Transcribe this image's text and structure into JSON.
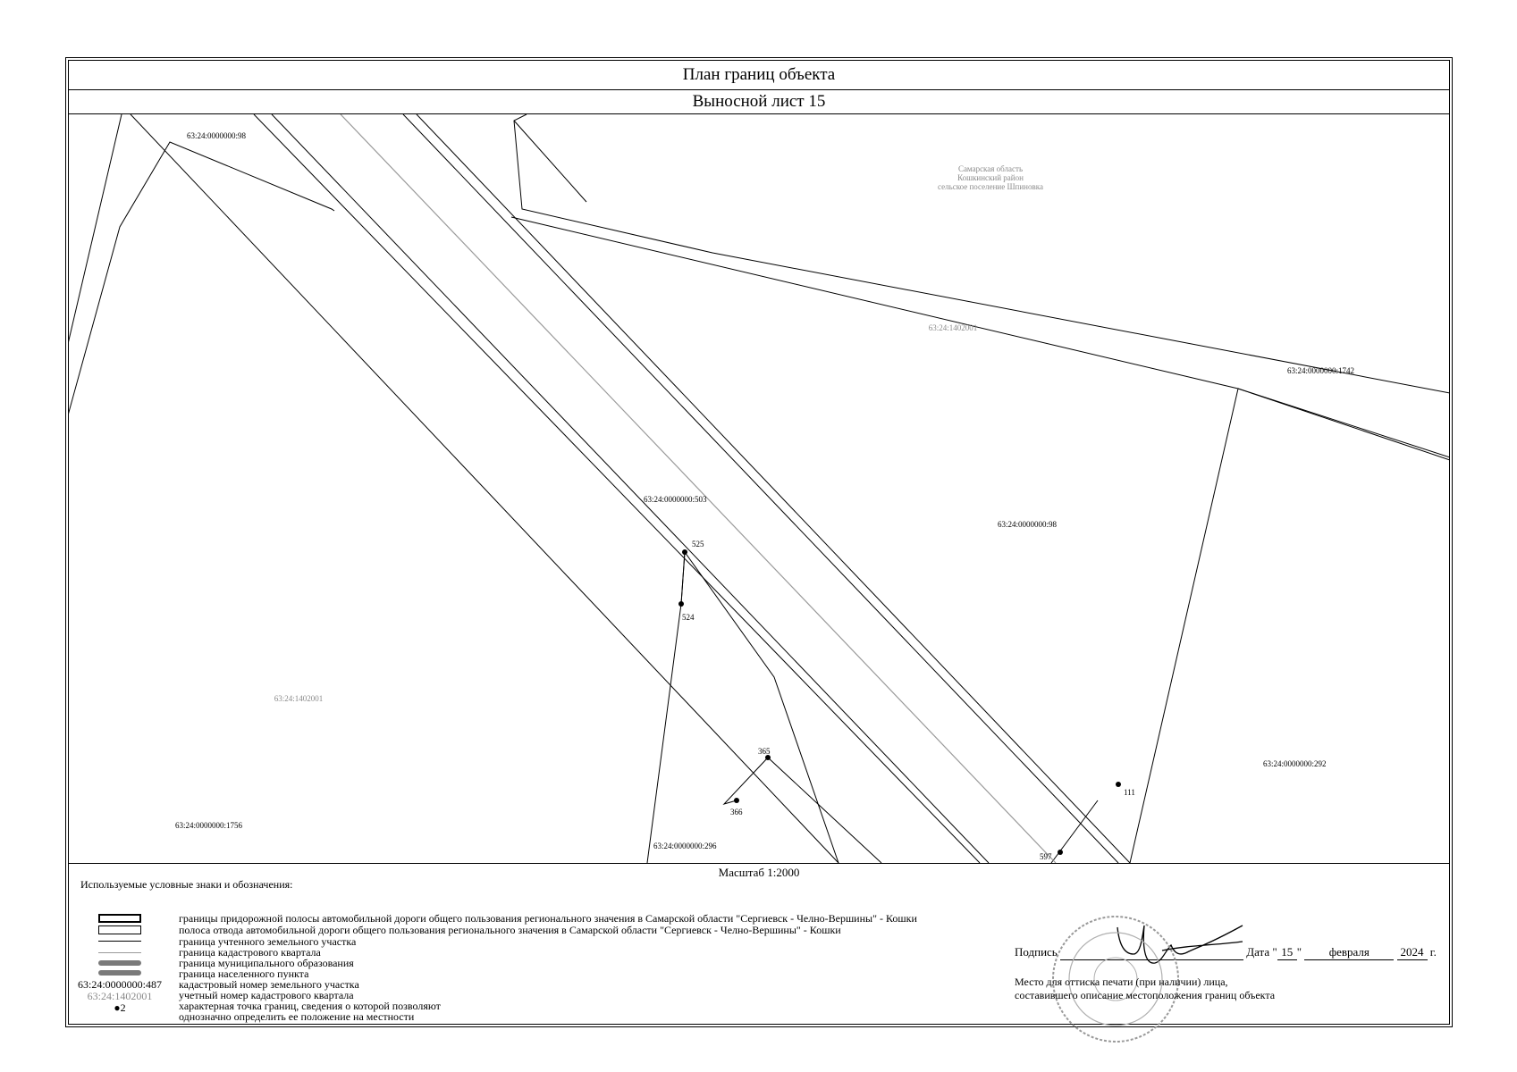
{
  "header": {
    "title": "План границ объекта",
    "subtitle": "Выносной лист 15"
  },
  "map": {
    "region_label": [
      "Самарская область",
      "Кошкинский район",
      "сельское поселение Шпиновка"
    ],
    "quarter_labels": [
      "63:24:1402001",
      "63:24:1402001"
    ],
    "parcel_labels": [
      "63:24:0000000:98",
      "63:24:0000000:1742",
      "63:24:0000000:503",
      "63:24:0000000:98",
      "63:24:0000000:292",
      "63:24:0000000:1756",
      "63:24:0000000:296"
    ],
    "points": [
      "525",
      "524",
      "365",
      "366",
      "111",
      "597"
    ],
    "colors": {
      "line": "#000000",
      "quarter": "#9a9a9a",
      "faint_text": "#8a8a8a"
    }
  },
  "scale": "Масштаб 1:2000",
  "legend": {
    "title": "Используемые условные знаки и обозначения:",
    "items": [
      "границы придорожной полосы автомобильной дороги общего пользования регионального значения в Самарской области \"Сергиевск - Челно-Вершины\" - Кошки",
      "полоса отвода автомобильной дороги общего пользования регионального значения в Самарской области \"Сергиевск - Челно-Вершины\" - Кошки",
      "граница учтенного земельного участка",
      "граница кадастрового квартала",
      "граница муниципального образования",
      "граница населенного пункта",
      "кадастровый номер земельного участка",
      "учетный номер кадастрового квартала",
      "характерная точка границ, сведения о которой позволяют",
      "однозначно определить ее положение на местности"
    ],
    "sample_parcel": "63:24:0000000:487",
    "sample_quarter": "63:24:1402001",
    "sample_point": "2"
  },
  "signature": {
    "label": "Подпись",
    "date_label": "Дата",
    "day": "15",
    "month": "февраля",
    "year": "2024",
    "year_suffix": "г.",
    "stamp_note_1": "Место для оттиска печати (при наличии) лица,",
    "stamp_note_2": "составившего описание местоположения границ объекта"
  }
}
